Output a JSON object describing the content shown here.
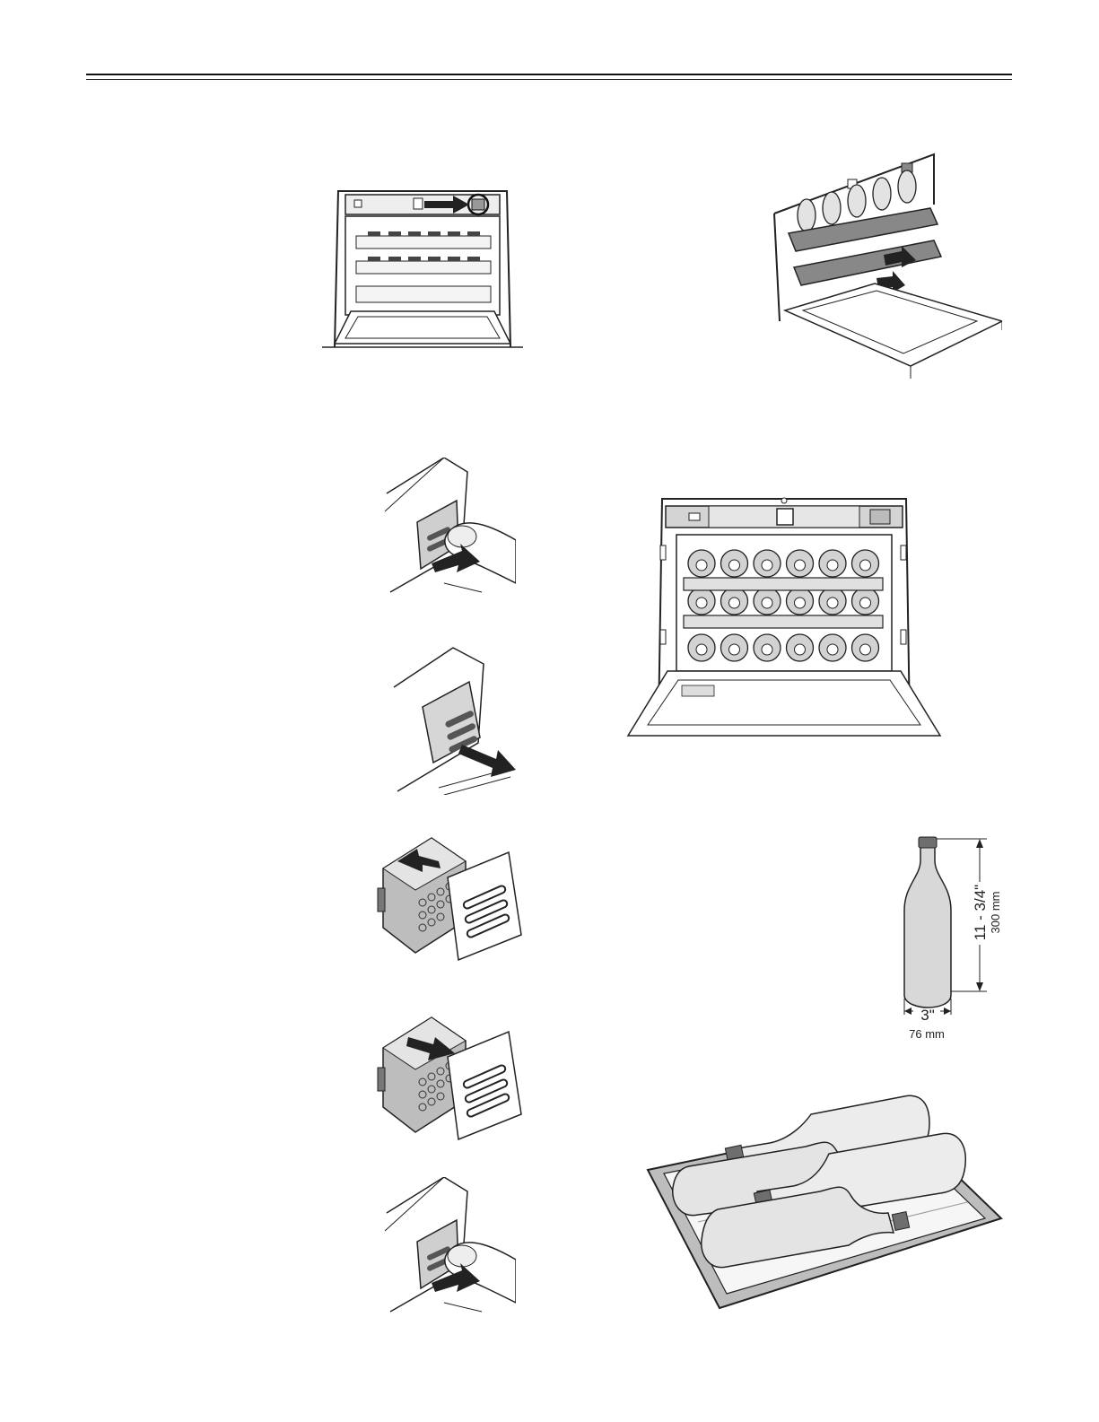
{
  "bottle_dimensions": {
    "height_in": "11 - 3/4\"",
    "height_mm": "300 mm",
    "width_in": "3\"",
    "width_mm": "76 mm"
  },
  "colors": {
    "line": "#222222",
    "panel_gray": "#d6d6d6",
    "dark_gray": "#6e6e6e"
  }
}
